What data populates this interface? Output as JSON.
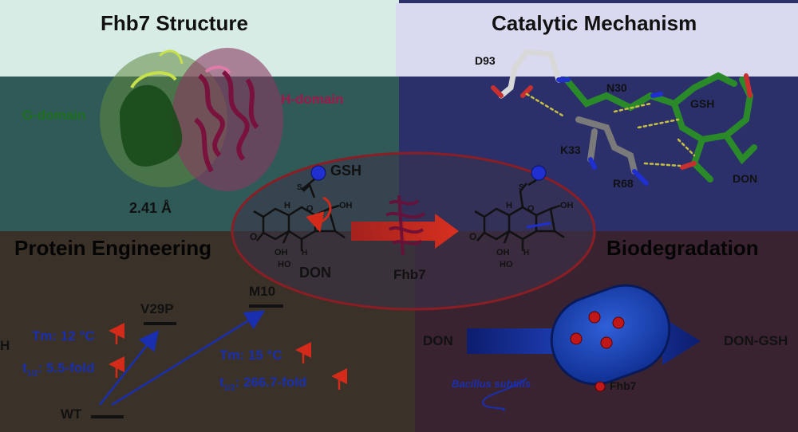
{
  "titles": {
    "structure": "Fhb7 Structure",
    "mechanism": "Catalytic Mechanism",
    "engineering": "Protein Engineering",
    "biodegradation": "Biodegradation"
  },
  "structure": {
    "g_domain": "G-domain",
    "h_domain": "H-domain",
    "resolution": "2.41 Å"
  },
  "mechanism": {
    "residues": [
      "D93",
      "N30",
      "K33",
      "R68"
    ],
    "gsh": "GSH",
    "don": "DON"
  },
  "reaction": {
    "gsh": "GSH",
    "s_left": "S",
    "s_right": "S",
    "don": "DON",
    "enzyme": "Fhb7",
    "h_left": "H",
    "h_right": "H",
    "o_left": "O",
    "o_right": "O",
    "oh_top_left": "OH",
    "oh_top_right": "OH",
    "oh_mid_left": "OH",
    "oh_mid_right": "OH",
    "ho_left": "HO",
    "ho_right": "HO",
    "o_ketone_left": "O",
    "o_ketone_right": "O",
    "stereo_h_left": "H",
    "stereo_h_right": "H"
  },
  "engineering": {
    "wt": "WT",
    "v29p": "V29P",
    "m10": "M10",
    "tm_v29p": "Tm: 12 °C",
    "half_v29p_prefix": "t",
    "half_sub": "1/2",
    "half_v29p": ": 5.5-fold",
    "tm_m10": "Tm: 15 °C",
    "half_m10": ": 266.7-fold",
    "edge_h": "H"
  },
  "biodegradation": {
    "don": "DON",
    "product": "DON-GSH",
    "organism": "Bacillus subtilis",
    "legend": "Fhb7"
  },
  "colors": {
    "g_domain": "#1e6e1e",
    "h_domain": "#a3174a",
    "blue_text": "#1a2fb0",
    "arrow_red": "#c0281a",
    "sulfur_blue": "#1f2fd0"
  }
}
